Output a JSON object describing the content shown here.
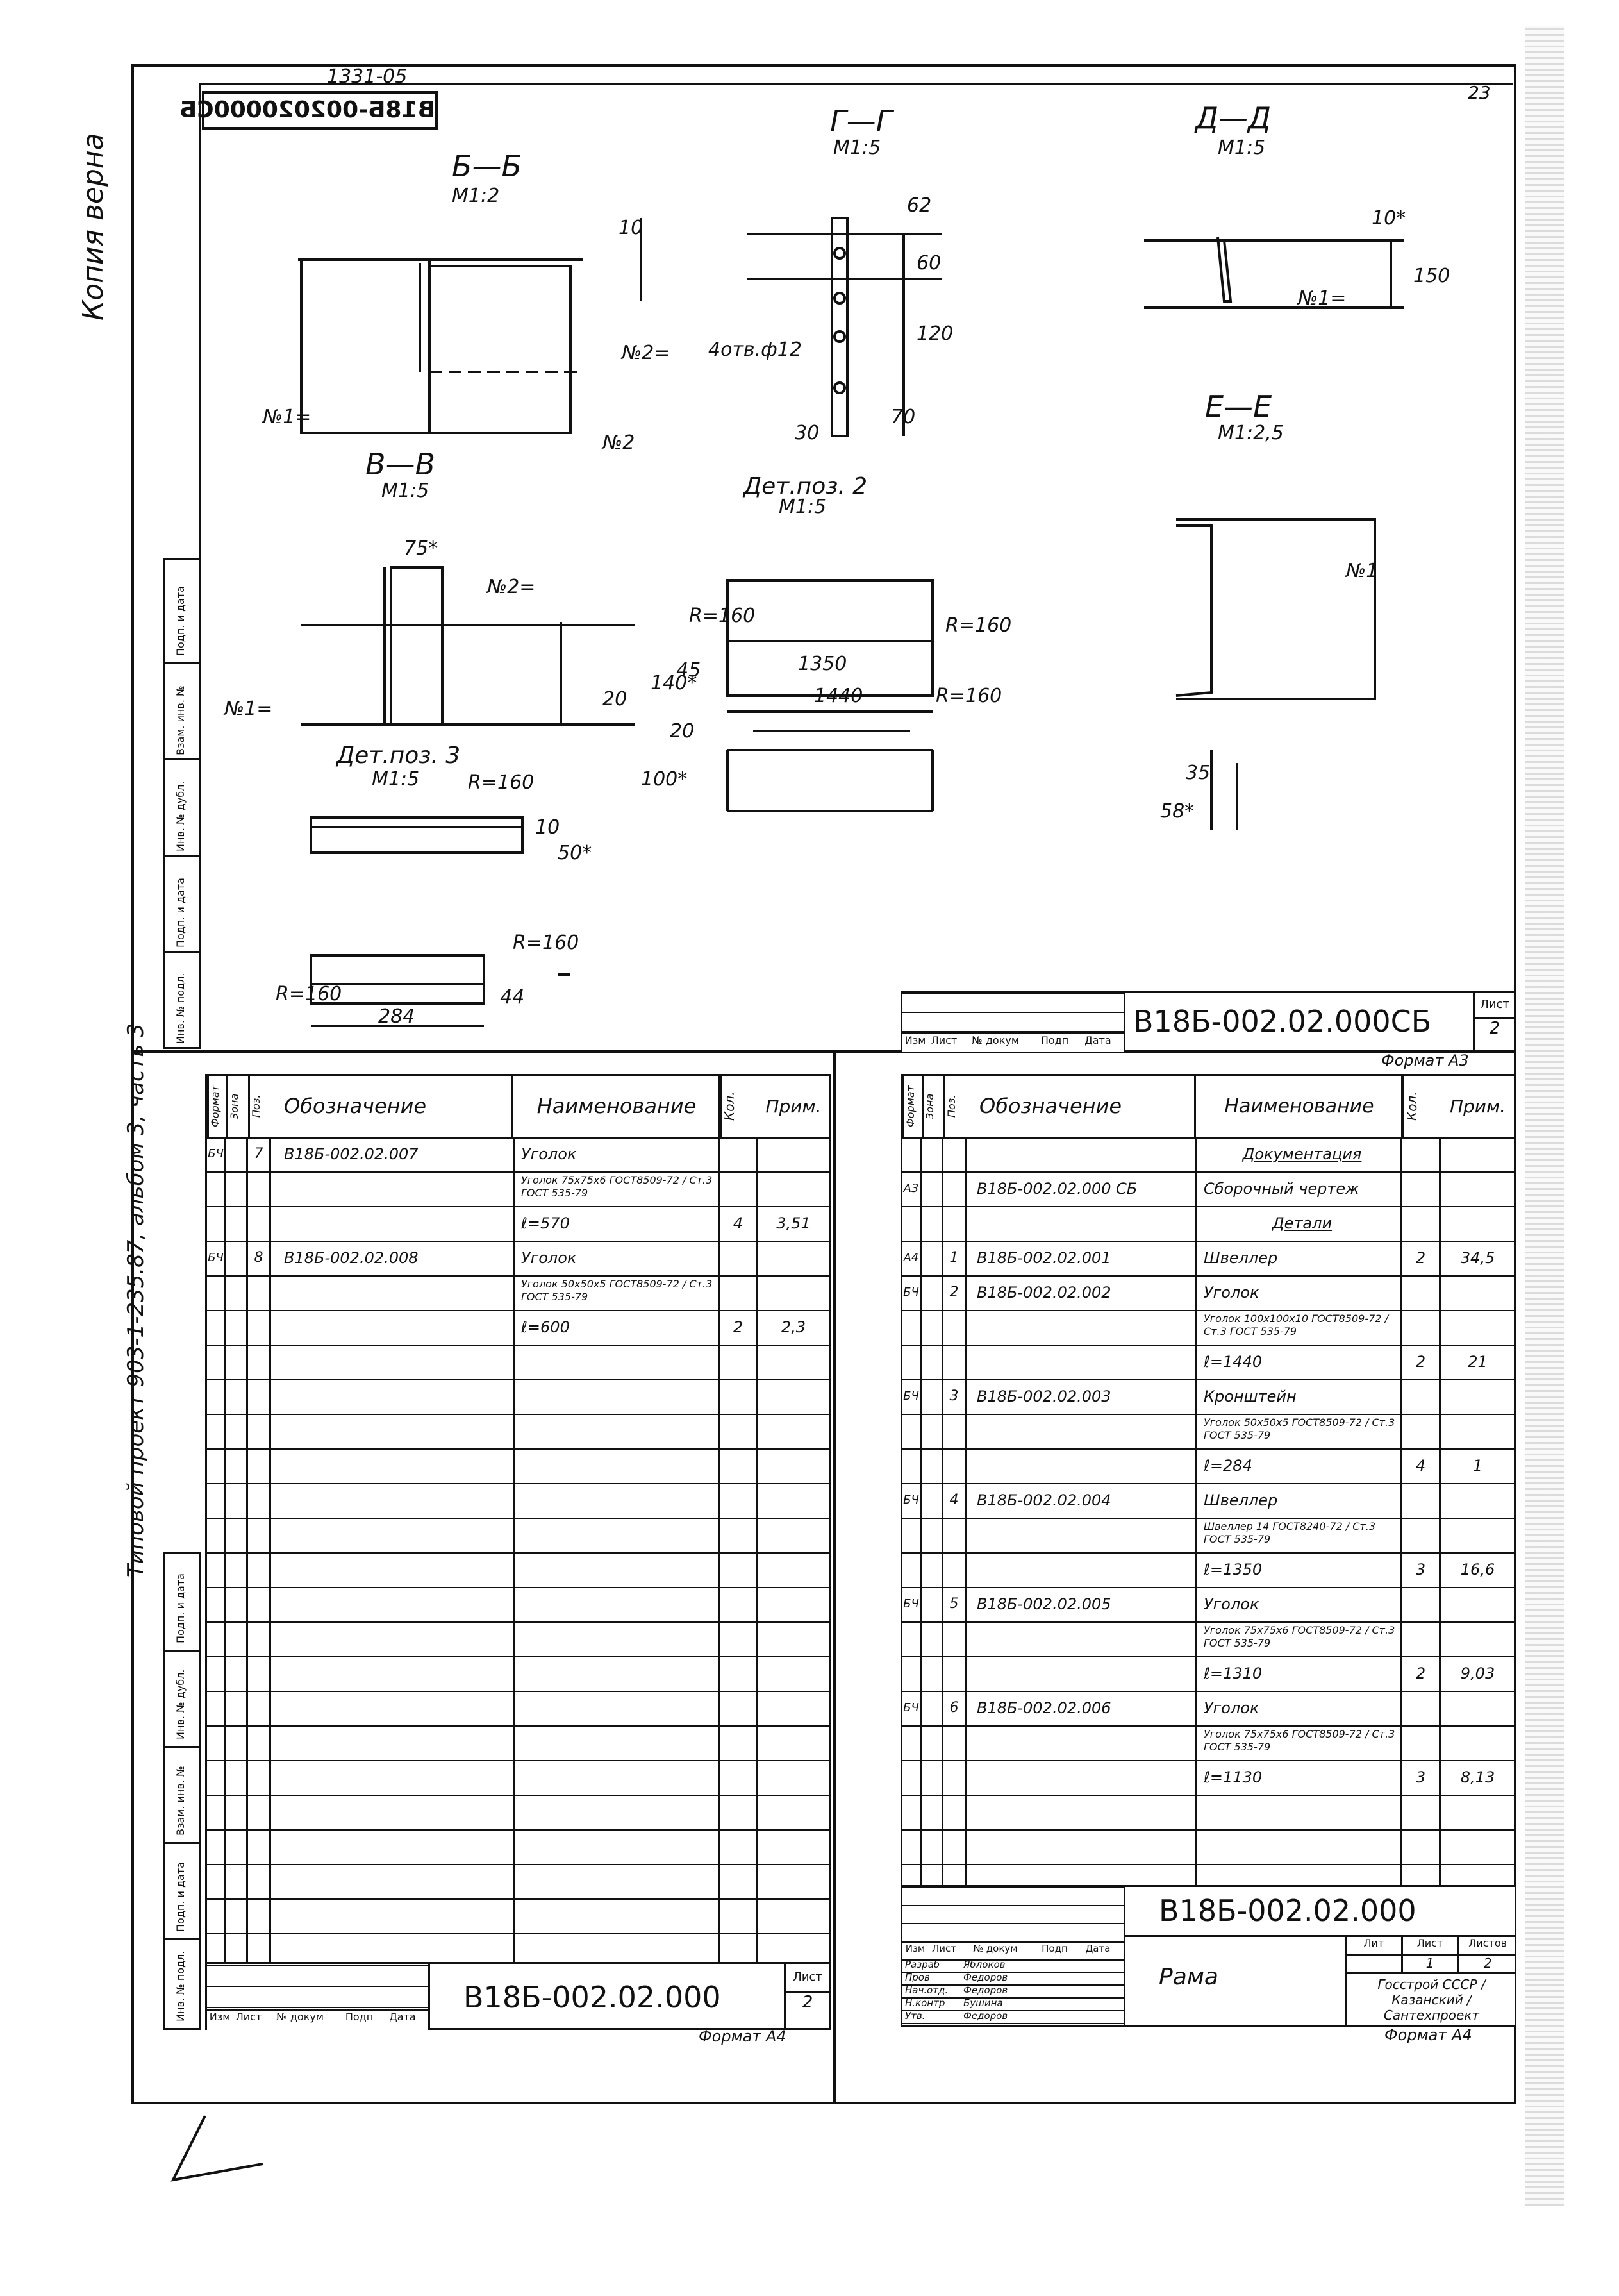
{
  "top_note": "1331-05",
  "sheet_corner": "23",
  "mirrored_stamp": "В18Б-002020000СБ",
  "copy_note": "Копия верна",
  "left_margin_note": "Типовой проект 903-1-235.87, альбом 3, часть 3",
  "margin_fields": [
    "Подп. и дата",
    "Взам. инв. №",
    "Инв. № дубл.",
    "Подп. и дата",
    "Инв. № подл."
  ],
  "sections": {
    "bb": {
      "title": "Б—Б",
      "scale": "М1:2",
      "dim": "10",
      "callouts": [
        "№1=",
        "№2=",
        "№2"
      ]
    },
    "gg": {
      "title": "Г—Г",
      "scale": "М1:5",
      "dims": [
        "62",
        "60",
        "120",
        "70",
        "30"
      ],
      "hole": "4отв.ф12"
    },
    "dd": {
      "title": "Д—Д",
      "scale": "М1:5",
      "dims": [
        "10*",
        "150"
      ],
      "callout": "№1="
    },
    "vv": {
      "title": "В—В",
      "scale": "М1:5",
      "dims": [
        "75*",
        "140*",
        "20"
      ],
      "callouts": [
        "№2=",
        "№1="
      ]
    },
    "det2": {
      "title": "Дет.поз. 2",
      "scale": "М1:5",
      "dims": [
        "R=160",
        "R=160",
        "45",
        "1350",
        "1440",
        "R=160",
        "20",
        "100*"
      ]
    },
    "ee": {
      "title": "Е—Е",
      "scale": "М1:2,5",
      "dims": [
        "35",
        "58*"
      ],
      "callout": "№1"
    },
    "det3": {
      "title": "Дет.поз. 3",
      "scale": "М1:5",
      "dims": [
        "R=160",
        "10",
        "50*",
        "R=160",
        "R=160",
        "284",
        "44"
      ]
    }
  },
  "drawing_stamp": {
    "code": "В18Б-002.02.000СБ",
    "sheet_label": "Лист",
    "sheet": "2",
    "cols": [
      "Изм",
      "Лист",
      "№ докум",
      "Подп",
      "Дата"
    ],
    "format": "Формат А3"
  },
  "spec_headers": [
    "Формат",
    "Зона",
    "Поз.",
    "Обозначение",
    "Наименование",
    "Кол.",
    "Прим."
  ],
  "left_spec": {
    "rows": [
      {
        "fmt": "БЧ",
        "pos": "7",
        "code": "В18Б-002.02.007",
        "name": "Уголок",
        "qty": "",
        "note": ""
      },
      {
        "fmt": "",
        "pos": "",
        "code": "",
        "name": "Уголок 75х75х6 ГОСТ8509-72 / Ст.3 ГОСТ 535-79",
        "qty": "",
        "note": ""
      },
      {
        "fmt": "",
        "pos": "",
        "code": "",
        "name": "ℓ=570",
        "qty": "4",
        "note": "3,51"
      },
      {
        "fmt": "БЧ",
        "pos": "8",
        "code": "В18Б-002.02.008",
        "name": "Уголок",
        "qty": "",
        "note": ""
      },
      {
        "fmt": "",
        "pos": "",
        "code": "",
        "name": "Уголок 50х50х5 ГОСТ8509-72 / Ст.3 ГОСТ 535-79",
        "qty": "",
        "note": ""
      },
      {
        "fmt": "",
        "pos": "",
        "code": "",
        "name": "ℓ=600",
        "qty": "2",
        "note": "2,3"
      }
    ],
    "stamp_code": "В18Б-002.02.000",
    "sheet_label": "Лист",
    "sheet": "2",
    "cols": [
      "Изм",
      "Лист",
      "№ докум",
      "Подп",
      "Дата"
    ],
    "format": "Формат А4"
  },
  "right_spec": {
    "rows": [
      {
        "fmt": "",
        "pos": "",
        "code": "",
        "name": "Документация",
        "qty": "",
        "note": "",
        "underline": true
      },
      {
        "fmt": "А3",
        "pos": "",
        "code": "В18Б-002.02.000 СБ",
        "name": "Сборочный чертеж",
        "qty": "",
        "note": ""
      },
      {
        "fmt": "",
        "pos": "",
        "code": "",
        "name": "Детали",
        "qty": "",
        "note": "",
        "underline": true
      },
      {
        "fmt": "А4",
        "pos": "1",
        "code": "В18Б-002.02.001",
        "name": "Швеллер",
        "qty": "2",
        "note": "34,5"
      },
      {
        "fmt": "БЧ",
        "pos": "2",
        "code": "В18Б-002.02.002",
        "name": "Уголок",
        "qty": "",
        "note": ""
      },
      {
        "fmt": "",
        "pos": "",
        "code": "",
        "name": "Уголок 100х100х10 ГОСТ8509-72 / Ст.3 ГОСТ 535-79",
        "qty": "",
        "note": ""
      },
      {
        "fmt": "",
        "pos": "",
        "code": "",
        "name": "ℓ=1440",
        "qty": "2",
        "note": "21"
      },
      {
        "fmt": "БЧ",
        "pos": "3",
        "code": "В18Б-002.02.003",
        "name": "Кронштейн",
        "qty": "",
        "note": ""
      },
      {
        "fmt": "",
        "pos": "",
        "code": "",
        "name": "Уголок 50х50х5 ГОСТ8509-72 / Ст.3 ГОСТ 535-79",
        "qty": "",
        "note": ""
      },
      {
        "fmt": "",
        "pos": "",
        "code": "",
        "name": "ℓ=284",
        "qty": "4",
        "note": "1"
      },
      {
        "fmt": "БЧ",
        "pos": "4",
        "code": "В18Б-002.02.004",
        "name": "Швеллер",
        "qty": "",
        "note": ""
      },
      {
        "fmt": "",
        "pos": "",
        "code": "",
        "name": "Швеллер 14 ГОСТ8240-72 / Ст.3 ГОСТ 535-79",
        "qty": "",
        "note": ""
      },
      {
        "fmt": "",
        "pos": "",
        "code": "",
        "name": "ℓ=1350",
        "qty": "3",
        "note": "16,6"
      },
      {
        "fmt": "БЧ",
        "pos": "5",
        "code": "В18Б-002.02.005",
        "name": "Уголок",
        "qty": "",
        "note": ""
      },
      {
        "fmt": "",
        "pos": "",
        "code": "",
        "name": "Уголок 75х75х6 ГОСТ8509-72 / Ст.3 ГОСТ 535-79",
        "qty": "",
        "note": ""
      },
      {
        "fmt": "",
        "pos": "",
        "code": "",
        "name": "ℓ=1310",
        "qty": "2",
        "note": "9,03"
      },
      {
        "fmt": "БЧ",
        "pos": "6",
        "code": "В18Б-002.02.006",
        "name": "Уголок",
        "qty": "",
        "note": ""
      },
      {
        "fmt": "",
        "pos": "",
        "code": "",
        "name": "Уголок 75х75х6 ГОСТ8509-72 / Ст.3 ГОСТ 535-79",
        "qty": "",
        "note": ""
      },
      {
        "fmt": "",
        "pos": "",
        "code": "",
        "name": "ℓ=1130",
        "qty": "3",
        "note": "8,13"
      }
    ],
    "stamp": {
      "code": "В18Б-002.02.000",
      "cols": [
        "Изм",
        "Лист",
        "№ докум",
        "Подп",
        "Дата"
      ],
      "roles": [
        [
          "Разраб",
          "Яблоков"
        ],
        [
          "Пров",
          "Федоров"
        ],
        [
          "Нач.отд.",
          "Федоров"
        ],
        [
          "Н.контр",
          "Бушина"
        ],
        [
          "Утв.",
          "Федоров"
        ]
      ],
      "title": "Рама",
      "lit_labels": [
        "Лит",
        "Лист",
        "Листов"
      ],
      "sheet": "1",
      "sheets": "2",
      "org": "Госстрой СССР / Казанский / Сантехпроект",
      "format": "Формат А4"
    }
  }
}
